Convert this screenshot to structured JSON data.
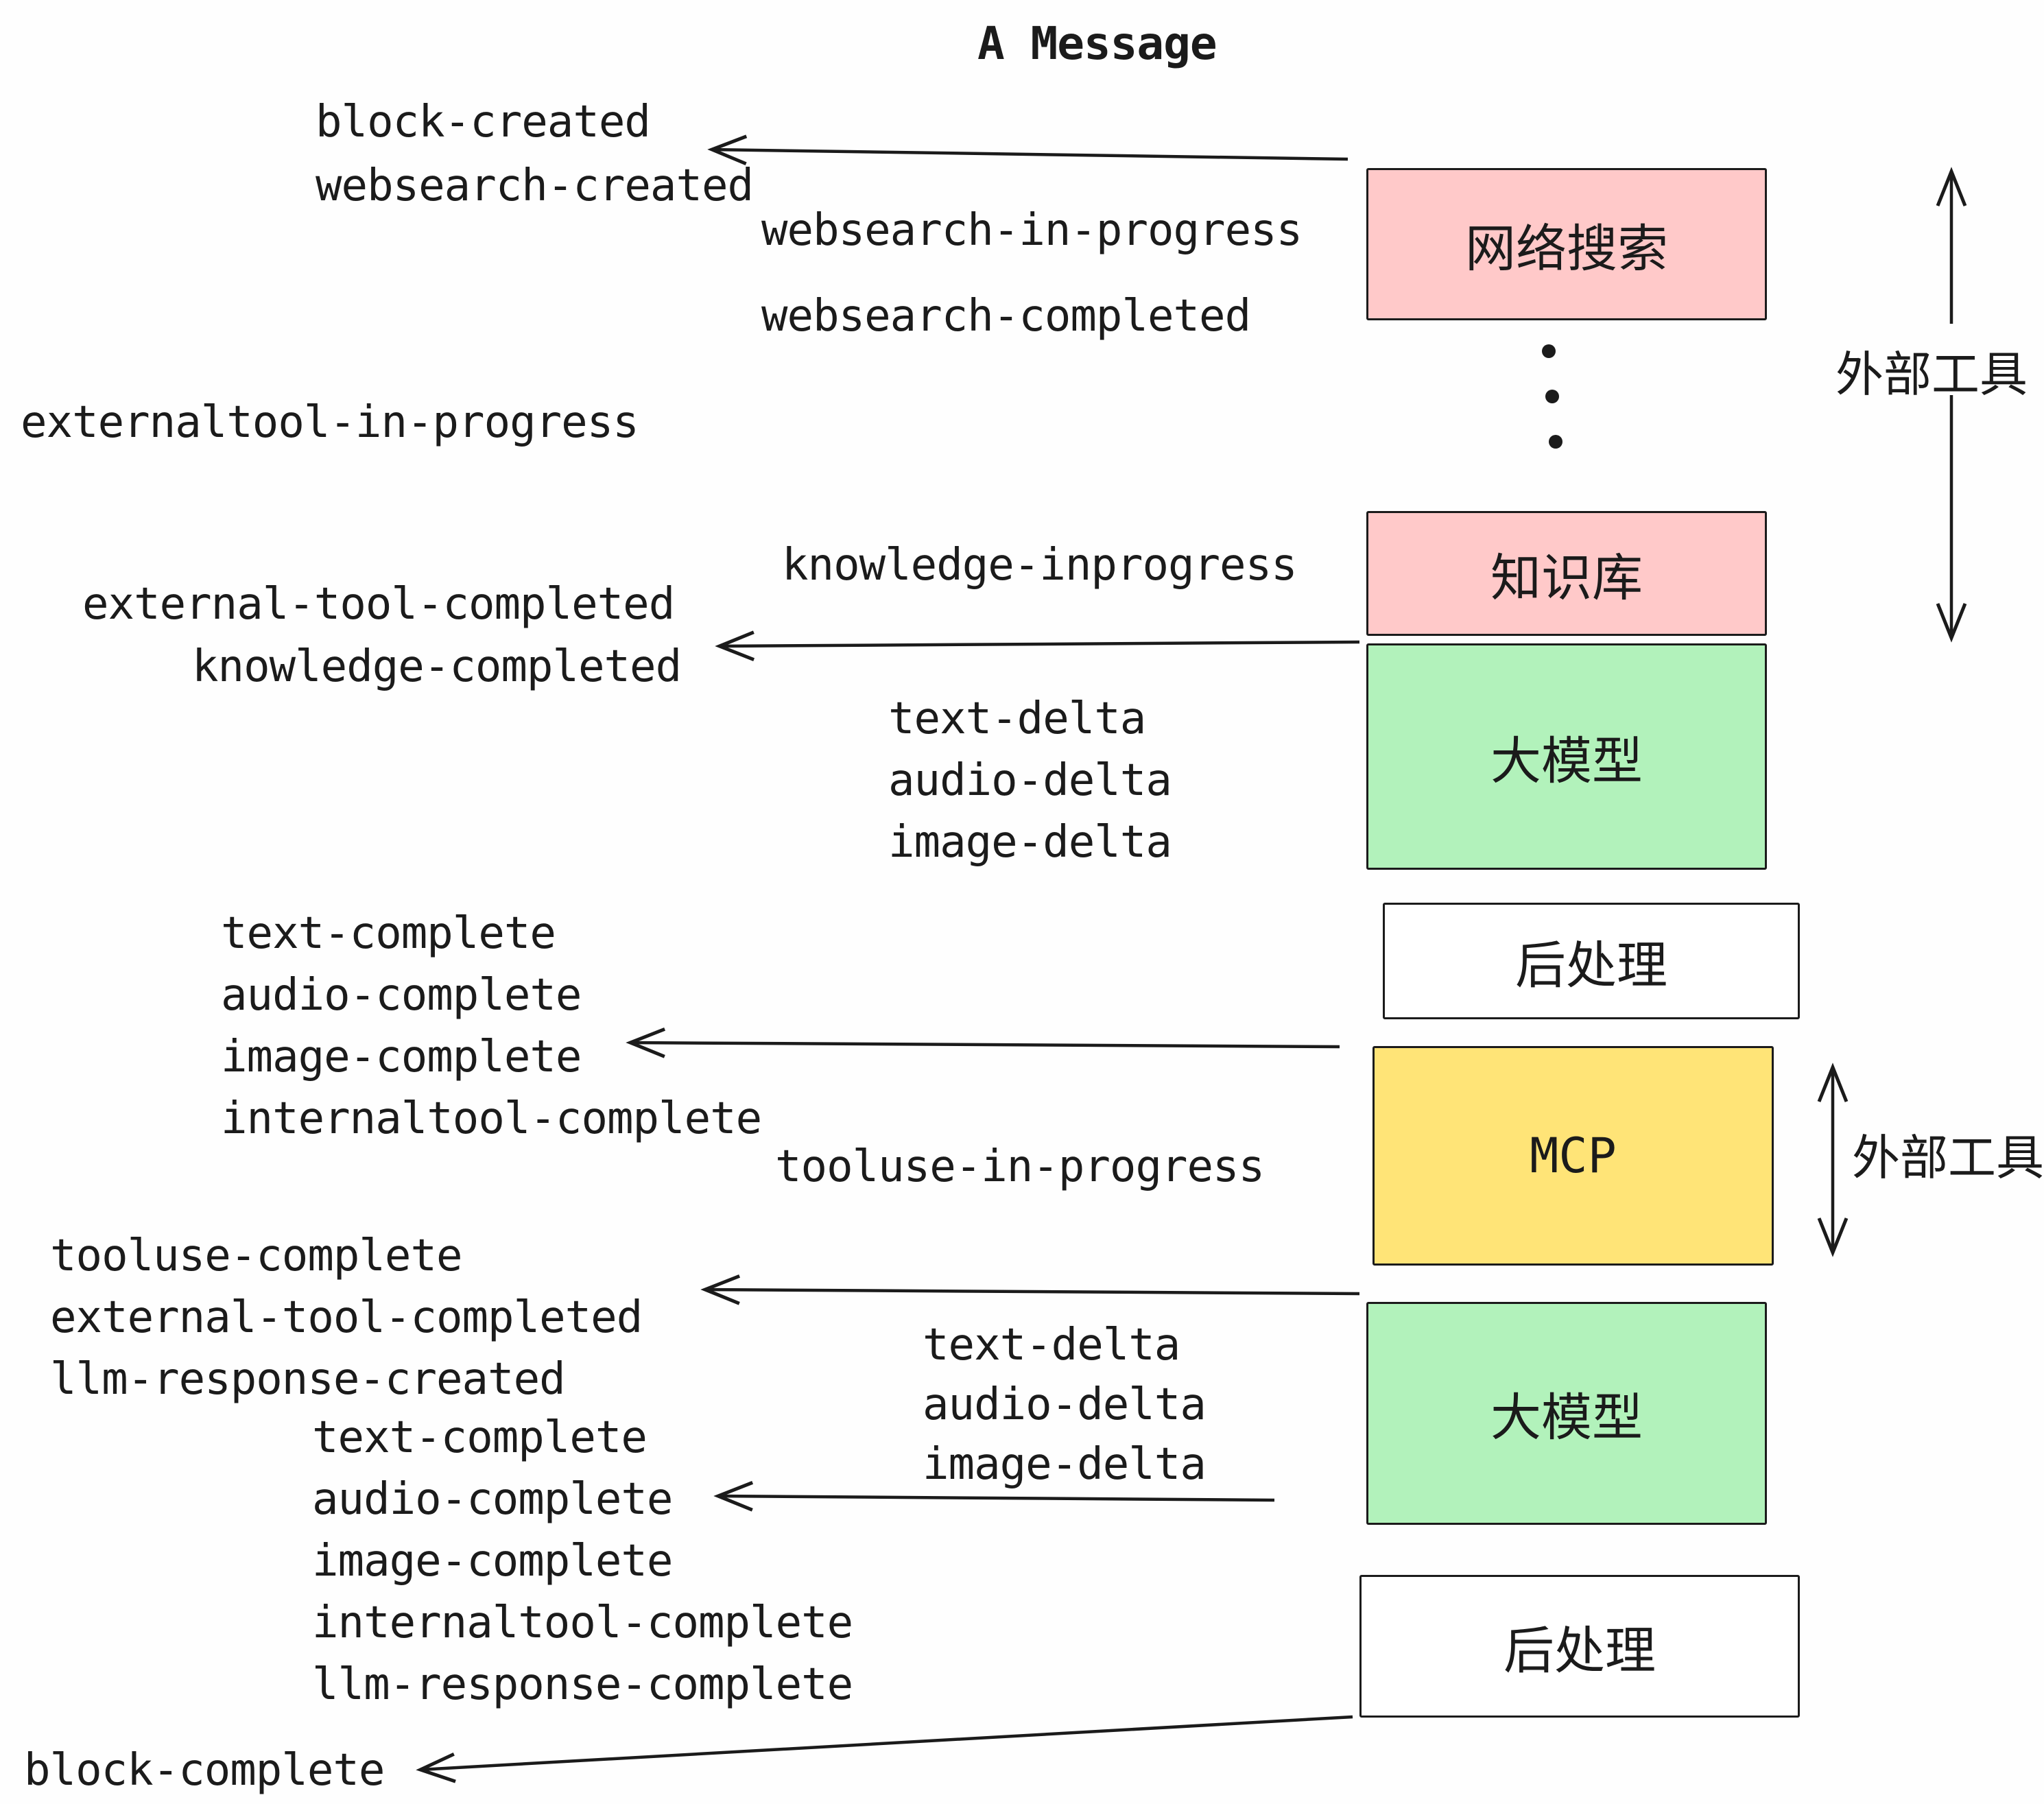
{
  "title": "A Message",
  "left_events": {
    "block_created": "block-created",
    "websearch_created": "websearch-created",
    "externaltool_in_progress": "externaltool-in-progress",
    "external_tool_completed_1": "external-tool-completed",
    "knowledge_completed": "knowledge-completed",
    "text_complete_1": "text-complete",
    "audio_complete_1": "audio-complete",
    "image_complete_1": "image-complete",
    "internaltool_complete_1": "internaltool-complete",
    "tooluse_complete": "tooluse-complete",
    "external_tool_completed_2": "external-tool-completed",
    "llm_response_created": "llm-response-created",
    "text_complete_2": "text-complete",
    "audio_complete_2": "audio-complete",
    "image_complete_2": "image-complete",
    "internaltool_complete_2": "internaltool-complete",
    "llm_response_complete": "llm-response-complete",
    "block_complete": "block-complete"
  },
  "mid_events": {
    "websearch_in_progress": "websearch-in-progress",
    "websearch_completed": "websearch-completed",
    "knowledge_inprogress": "knowledge-inprogress",
    "text_delta_1": "text-delta",
    "audio_delta_1": "audio-delta",
    "image_delta_1": "image-delta",
    "tooluse_in_progress": "tooluse-in-progress",
    "text_delta_2": "text-delta",
    "audio_delta_2": "audio-delta",
    "image_delta_2": "image-delta"
  },
  "boxes": {
    "websearch": {
      "label": "网络搜索",
      "color": "#ffc9c9"
    },
    "knowledge": {
      "label": "知识库",
      "color": "#ffc9c9"
    },
    "llm_1": {
      "label": "大模型",
      "color": "#b2f2bb"
    },
    "post_1": {
      "label": "后处理",
      "color": "#ffffff"
    },
    "mcp": {
      "label": "MCP",
      "color": "#ffe477"
    },
    "llm_2": {
      "label": "大模型",
      "color": "#b2f2bb"
    },
    "post_2": {
      "label": "后处理",
      "color": "#ffffff"
    }
  },
  "side_labels": {
    "external_tools_1": "外部工具",
    "external_tools_2": "外部工具"
  }
}
